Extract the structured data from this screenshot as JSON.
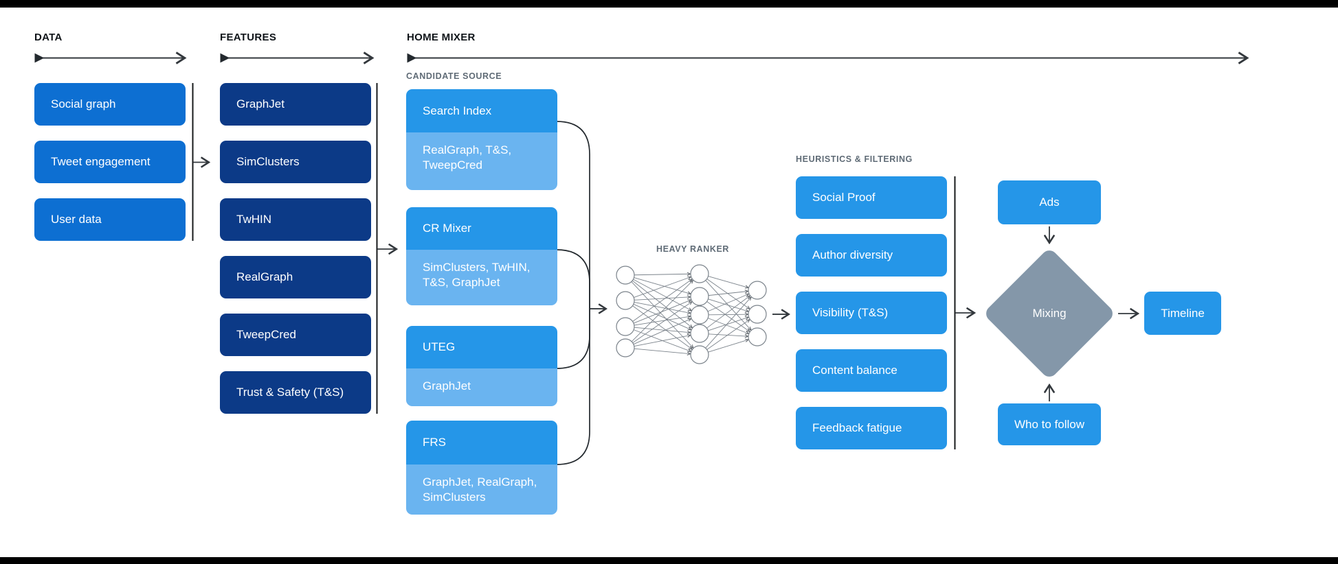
{
  "lanes": {
    "data": {
      "label": "DATA"
    },
    "features": {
      "label": "FEATURES"
    },
    "home_mixer": {
      "label": "HOME MIXER"
    }
  },
  "data_column": {
    "items": [
      {
        "label": "Social graph"
      },
      {
        "label": "Tweet engagement"
      },
      {
        "label": "User data"
      }
    ]
  },
  "features_column": {
    "items": [
      {
        "label": "GraphJet"
      },
      {
        "label": "SimClusters"
      },
      {
        "label": "TwHIN"
      },
      {
        "label": "RealGraph"
      },
      {
        "label": "TweepCred"
      },
      {
        "label": "Trust & Safety (T&S)"
      }
    ]
  },
  "candidate_source": {
    "label": "CANDIDATE SOURCE",
    "items": [
      {
        "title": "Search Index",
        "sources": "RealGraph, T&S, TweepCred"
      },
      {
        "title": "CR Mixer",
        "sources": "SimClusters, TwHIN, T&S, GraphJet"
      },
      {
        "title": "UTEG",
        "sources": "GraphJet"
      },
      {
        "title": "FRS",
        "sources": "GraphJet, RealGraph, SimClusters"
      }
    ]
  },
  "heavy_ranker": {
    "label": "HEAVY RANKER"
  },
  "heuristics": {
    "label": "HEURISTICS & FILTERING",
    "items": [
      {
        "label": "Social Proof"
      },
      {
        "label": "Author diversity"
      },
      {
        "label": "Visibility (T&S)"
      },
      {
        "label": "Content balance"
      },
      {
        "label": "Feedback fatigue"
      }
    ]
  },
  "output_stage": {
    "ads": "Ads",
    "mixing": "Mixing",
    "who_to_follow": "Who to follow",
    "timeline": "Timeline"
  },
  "colors": {
    "primary_blue": "#0d6fd2",
    "navy": "#0c3a87",
    "bright_blue": "#2596e8",
    "light_blue": "#6ab4f0",
    "slate_gray": "#8497a9",
    "label_gray": "#5f6b76",
    "line_dark": "#23292e"
  }
}
